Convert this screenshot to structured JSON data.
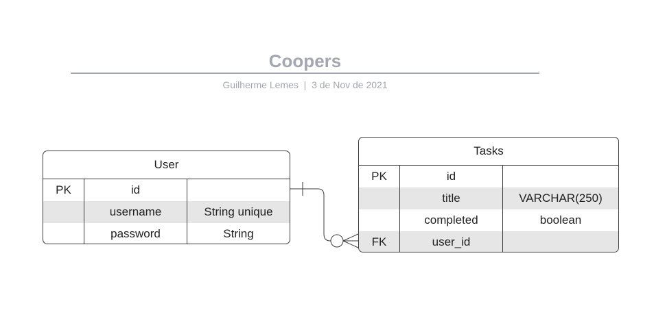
{
  "header": {
    "title": "Coopers",
    "subtitle": "Guilherme Lemes  |  3 de Nov de 2021"
  },
  "entities": {
    "user": {
      "name": "User",
      "rows": [
        {
          "key": "PK",
          "field": "id",
          "type": ""
        },
        {
          "key": "",
          "field": "username",
          "type": "String unique"
        },
        {
          "key": "",
          "field": "password",
          "type": "String"
        }
      ]
    },
    "tasks": {
      "name": "Tasks",
      "rows": [
        {
          "key": "PK",
          "field": "id",
          "type": ""
        },
        {
          "key": "",
          "field": "title",
          "type": "VARCHAR(250)"
        },
        {
          "key": "",
          "field": "completed",
          "type": "boolean"
        },
        {
          "key": "FK",
          "field": "user_id",
          "type": ""
        }
      ]
    }
  },
  "relationship": {
    "from_cardinality": "one",
    "to_cardinality": "zero-or-many"
  },
  "colors": {
    "heading": "#a3a7b0",
    "stroke": "#3a3a3a",
    "row_shade": "#e6e6e6"
  }
}
